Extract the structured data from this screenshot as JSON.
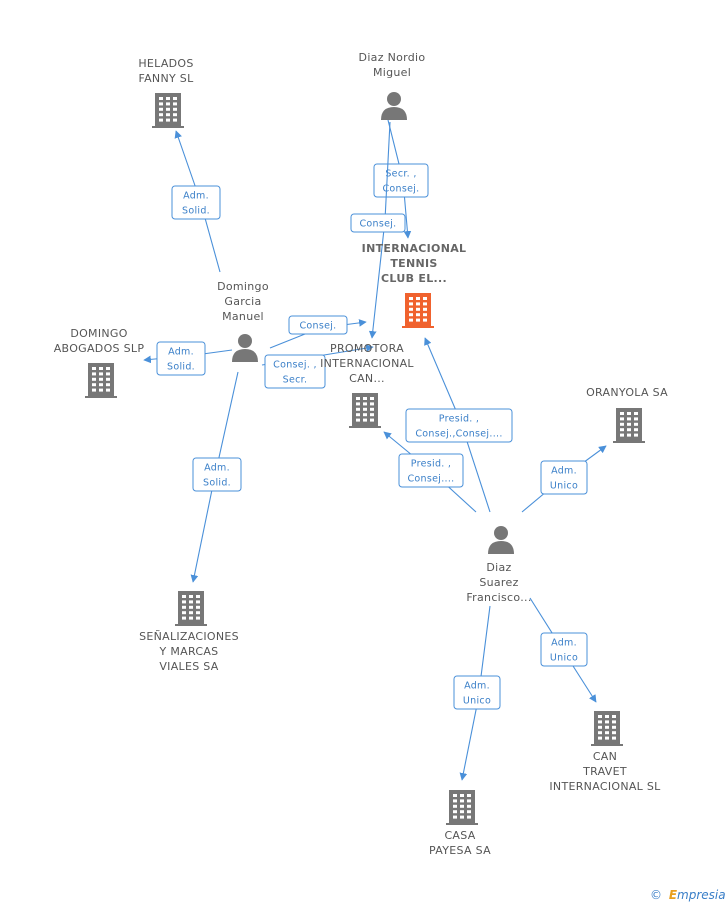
{
  "nodes": [
    {
      "id": "helados",
      "type": "company",
      "lines": [
        "HELADOS",
        "FANNY SL"
      ]
    },
    {
      "id": "diaznordio",
      "type": "person",
      "lines": [
        "Diaz Nordio",
        "Miguel"
      ]
    },
    {
      "id": "tennis",
      "type": "company",
      "main": true,
      "lines": [
        "INTERNACIONAL",
        "TENNIS",
        "CLUB EL..."
      ]
    },
    {
      "id": "domingo",
      "type": "person",
      "lines": [
        "Domingo",
        "Garcia",
        "Manuel"
      ]
    },
    {
      "id": "domingoabog",
      "type": "company",
      "lines": [
        "DOMINGO",
        "ABOGADOS SLP"
      ]
    },
    {
      "id": "promotora",
      "type": "company",
      "lines": [
        "PROMOTORA",
        "INTERNACIONAL",
        "CAN..."
      ]
    },
    {
      "id": "oranyola",
      "type": "company",
      "lines": [
        "ORANYOLA SA"
      ]
    },
    {
      "id": "diazsuarez",
      "type": "person",
      "lines": [
        "Diaz",
        "Suarez",
        "Francisco..."
      ]
    },
    {
      "id": "senal",
      "type": "company",
      "lines": [
        "SEÑALIZACIONES",
        "Y MARCAS",
        "VIALES SA"
      ]
    },
    {
      "id": "cantravet",
      "type": "company",
      "lines": [
        "CAN",
        "TRAVET",
        "INTERNACIONAL SL"
      ]
    },
    {
      "id": "casapayesa",
      "type": "company",
      "lines": [
        "CASA",
        "PAYESA SA"
      ]
    }
  ],
  "edges": [
    {
      "from": "domingo",
      "to": "helados",
      "lines": [
        "Adm.",
        "Solid."
      ]
    },
    {
      "from": "diaznordio",
      "to": "tennis",
      "lines": [
        "Secr. ,",
        "Consej."
      ]
    },
    {
      "from": "diaznordio",
      "to": "promotora",
      "lines": [
        "Consej."
      ]
    },
    {
      "from": "domingo",
      "to": "promotora",
      "lines": [
        "Consej."
      ]
    },
    {
      "from": "domingo",
      "to": "domingoabog",
      "lines": [
        "Adm.",
        "Solid."
      ]
    },
    {
      "from": "domingo",
      "to": "promotora",
      "lines": [
        "Consej. ,",
        "Secr."
      ]
    },
    {
      "from": "domingo",
      "to": "senal",
      "lines": [
        "Adm.",
        "Solid."
      ]
    },
    {
      "from": "diazsuarez",
      "to": "tennis",
      "lines": [
        "Presid. ,",
        "Consej.,Consej...."
      ]
    },
    {
      "from": "diazsuarez",
      "to": "promotora",
      "lines": [
        "Presid. ,",
        "Consej...."
      ]
    },
    {
      "from": "diazsuarez",
      "to": "oranyola",
      "lines": [
        "Adm.",
        "Unico"
      ]
    },
    {
      "from": "diazsuarez",
      "to": "cantravet",
      "lines": [
        "Adm.",
        "Unico"
      ]
    },
    {
      "from": "diazsuarez",
      "to": "casapayesa",
      "lines": [
        "Adm.",
        "Unico"
      ]
    }
  ],
  "colors": {
    "edge": "#4a90d9",
    "company": "#777777",
    "main_company": "#f0622e",
    "person": "#777777",
    "label": "#555555"
  },
  "brand": {
    "copyright": "©",
    "name_e": "E",
    "name_rest": "mpresia"
  }
}
